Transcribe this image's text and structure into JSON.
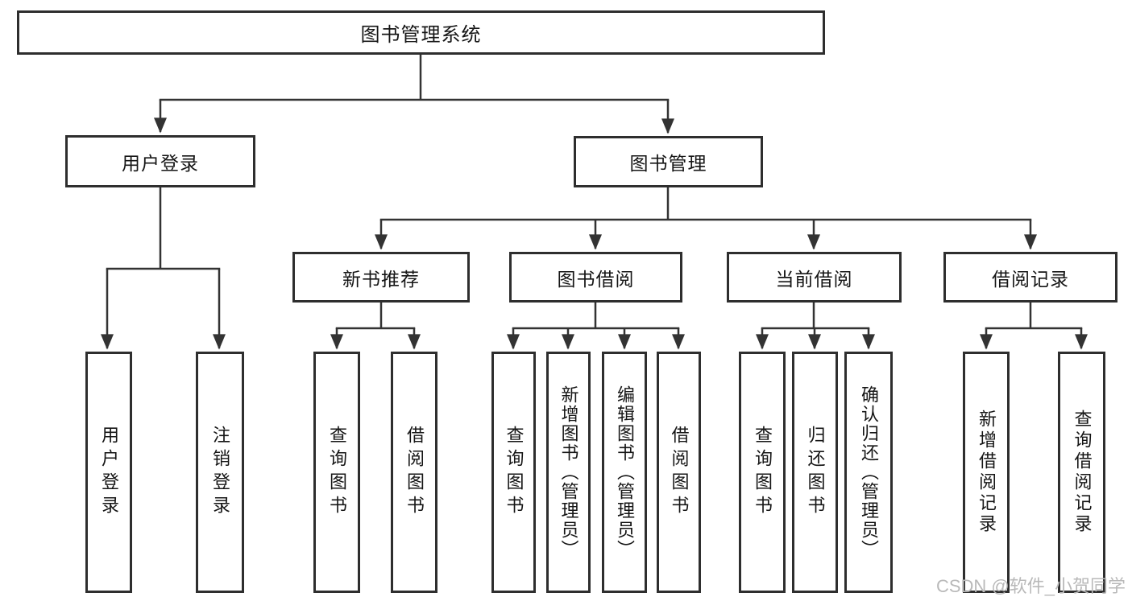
{
  "tree": {
    "root": {
      "label": "图书管理系统",
      "children": [
        {
          "label": "用户登录",
          "children": [
            {
              "label": "用户登录"
            },
            {
              "label": "注销登录"
            }
          ]
        },
        {
          "label": "图书管理",
          "children": [
            {
              "label": "新书推荐",
              "children": [
                {
                  "label": "查询图书"
                },
                {
                  "label": "借阅图书"
                }
              ]
            },
            {
              "label": "图书借阅",
              "children": [
                {
                  "label": "查询图书"
                },
                {
                  "label": "新增图书（管理员）"
                },
                {
                  "label": "编辑图书（管理员）"
                },
                {
                  "label": "借阅图书"
                }
              ]
            },
            {
              "label": "当前借阅",
              "children": [
                {
                  "label": "查询图书"
                },
                {
                  "label": "归还图书"
                },
                {
                  "label": "确认归还（管理员）"
                }
              ]
            },
            {
              "label": "借阅记录",
              "children": [
                {
                  "label": "新增借阅记录"
                },
                {
                  "label": "查询借阅记录"
                }
              ]
            }
          ]
        }
      ]
    }
  },
  "watermark": "CSDN @软件_小贺同学",
  "colors": {
    "line": "#333333",
    "box_border": "#2e2e2e",
    "text": "#151515",
    "watermark": "#b9b9b9",
    "background": "#ffffff"
  }
}
